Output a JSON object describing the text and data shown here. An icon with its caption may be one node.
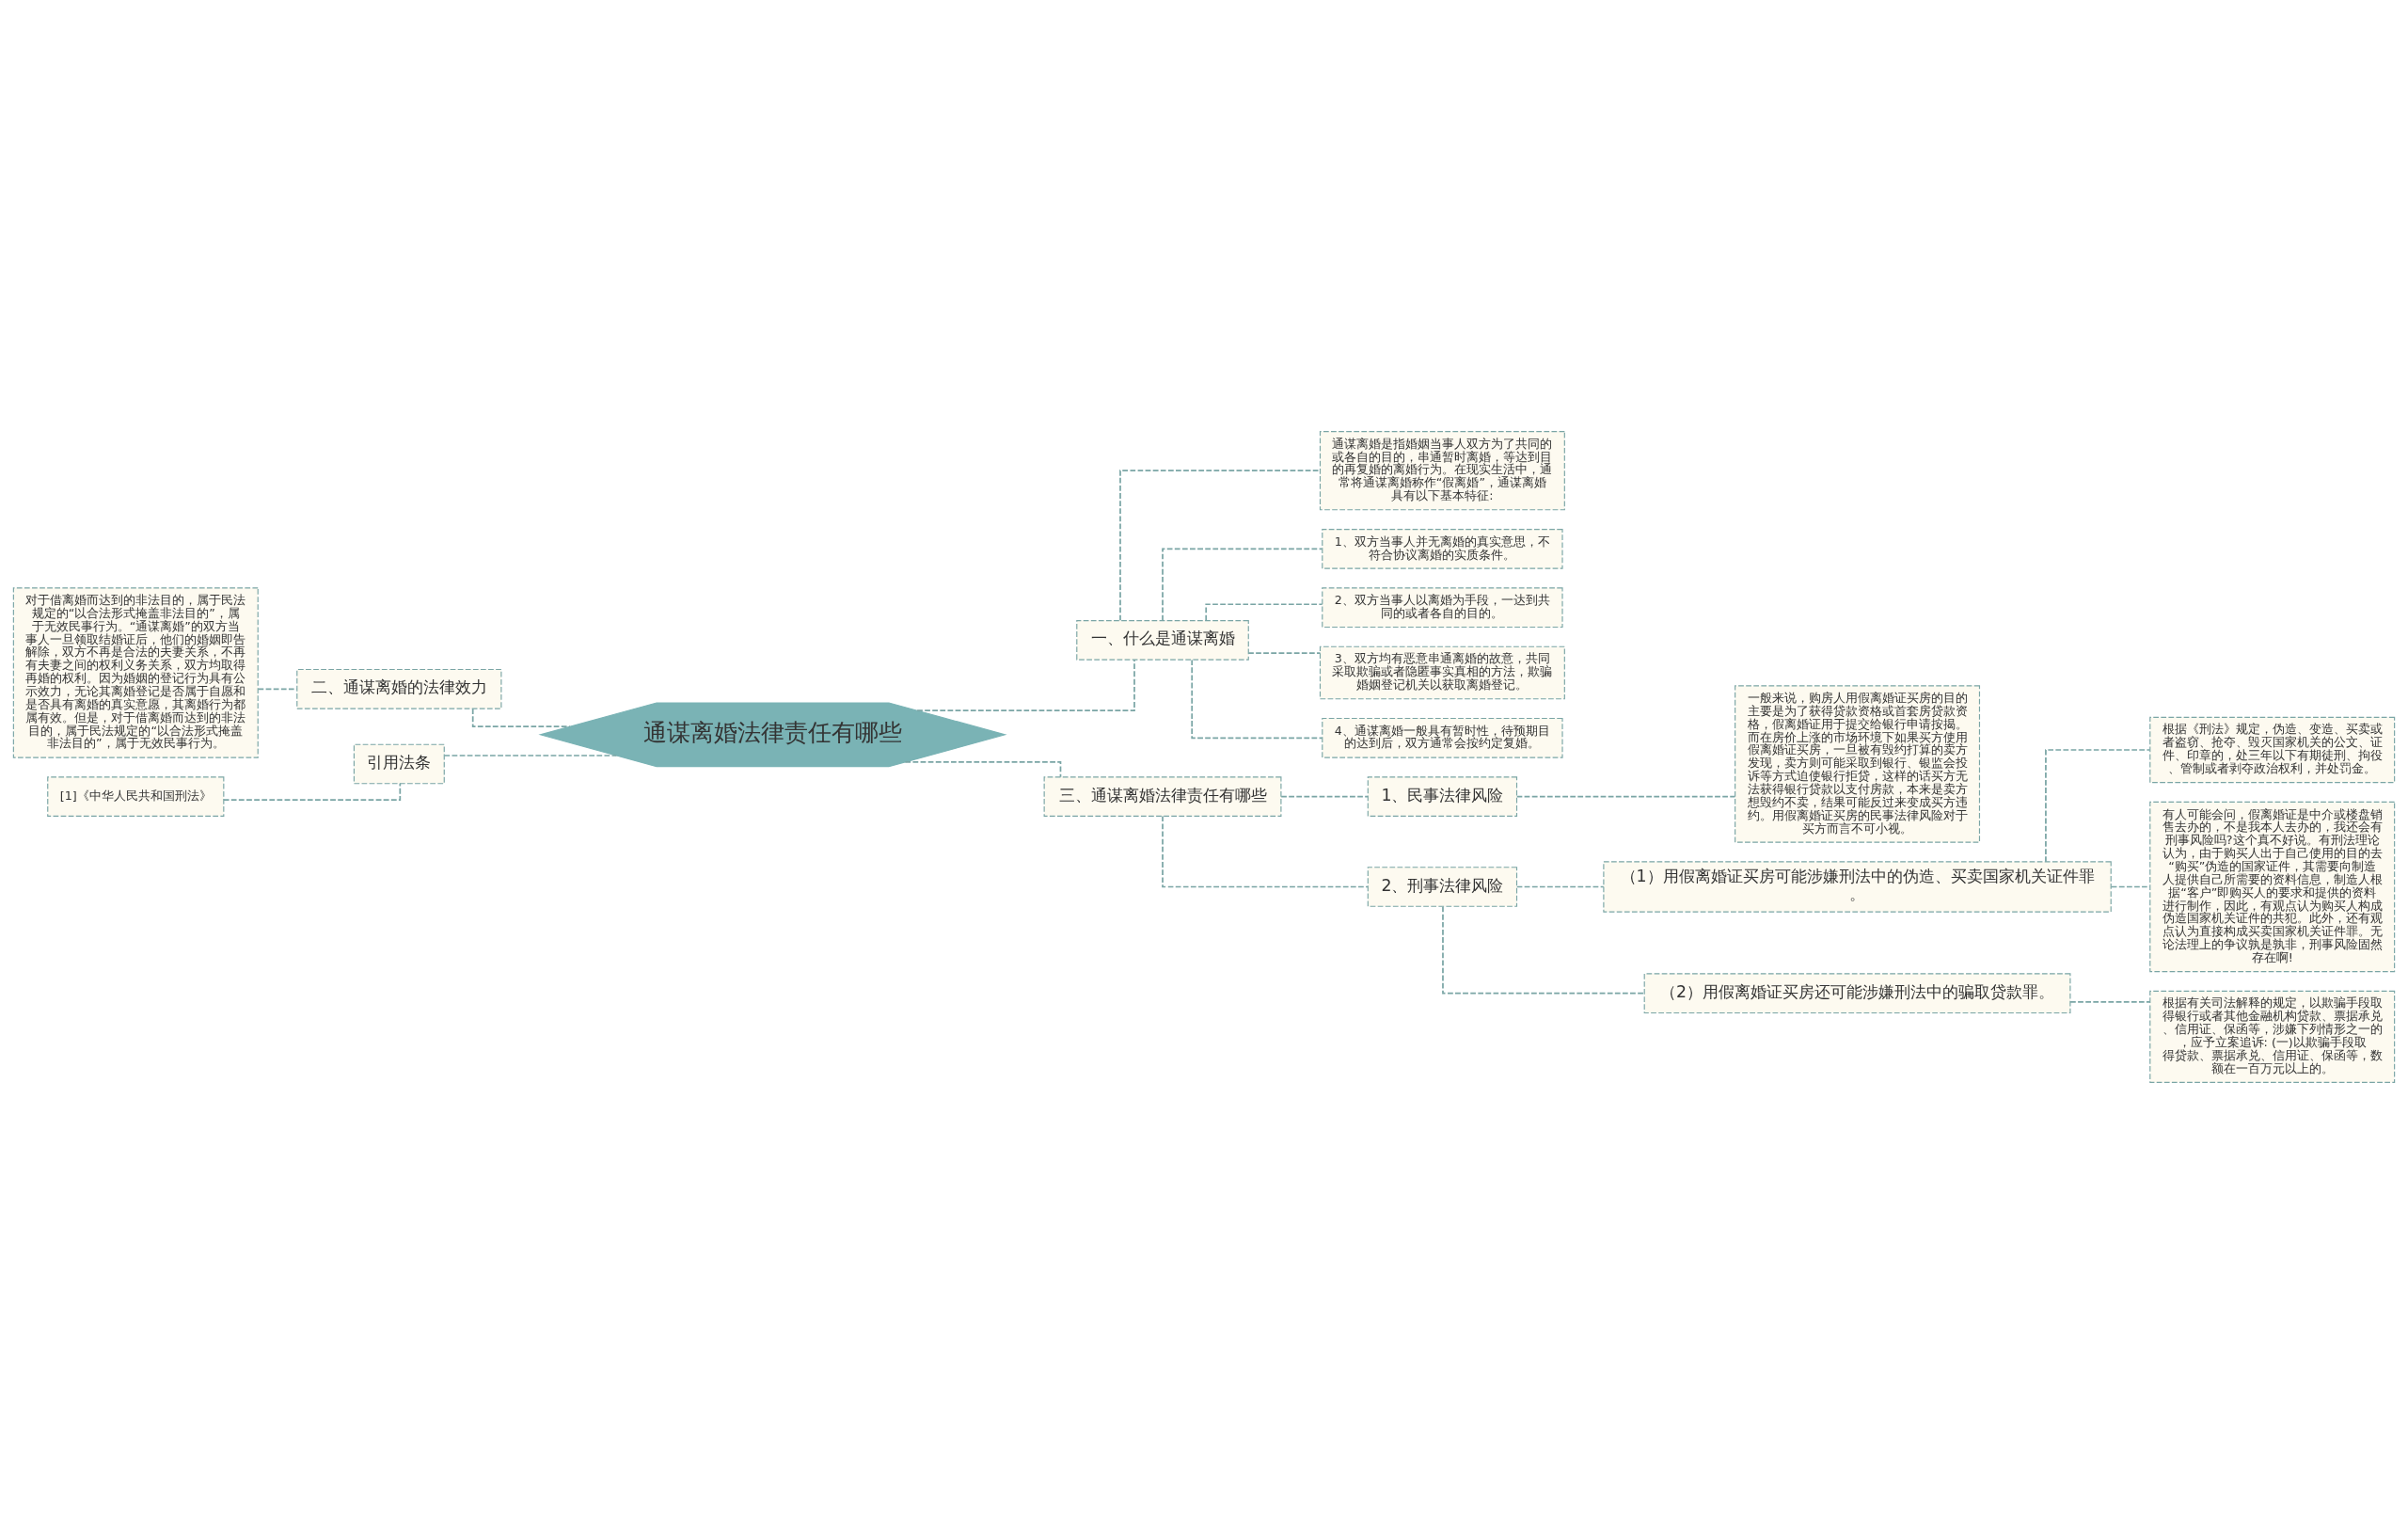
{
  "diagram": {
    "nodes": [
      {
        "text": [
          "通谋离婚法律责任有哪些"
        ]
      },
      {
        "text": [
          "一、什么是通谋离婚"
        ]
      },
      {
        "text": [
          "通谋离婚是指婚姻当事人双方为了共同的或各自的目的，串通暂时离婚，等达到目的再复婚的离婚行为。在现实生活中，通常将通谋离婚称作“假离婚”，通谋离婚具有以下基本特征:"
        ]
      },
      {
        "text": [
          "1、双方当事人并无离婚的真实意思，不符合协议离婚的实质条件。"
        ]
      },
      {
        "text": [
          "2、双方当事人以离婚为手段，一达到共同的或者各自的目的。"
        ]
      },
      {
        "text": [
          "3、双方均有恶意串通离婚的故意，共同采取欺骗或者隐匿事实真相的方法，欺骗婚姻登记机关以获取离婚登记。"
        ]
      },
      {
        "text": [
          "4、通谋离婚一般具有暂时性，待预期目的达到后，双方通常会按约定复婚。"
        ]
      },
      {
        "text": [
          "二、通谋离婚的法律效力"
        ]
      },
      {
        "text": [
          "对于借离婚而达到的非法目的，属于民法规定的“以合法形式掩盖非法目的”，属于无效民事行为。“通谋离婚”的双方当事人一旦领取结婚证后，他们的婚姻即告解除，双方不再是合法的夫妻关系，不再有夫妻之间的权利义务关系，双方均取得再婚的权利。因为婚姻的登记行为具有公示效力，无论其离婚登记是否属于自愿和是否具有离婚的真实意愿，其离婚行为都属有效。但是，对于借离婚而达到的非法目的，属于民法规定的“以合法形式掩盖非法目的”，属于无效民事行为。"
        ]
      },
      {
        "text": [
          "引用法条"
        ]
      },
      {
        "text": [
          "[1]《中华人民共和国刑法》"
        ]
      },
      {
        "text": [
          "三、通谋离婚法律责任有哪些"
        ]
      },
      {
        "text": [
          "1、民事法律风险"
        ]
      },
      {
        "text": [
          "一般来说，购房人用假离婚证买房的目的主要是为了获得贷款资格或首套房贷款资格，假离婚证用于提交给银行申请按揭。而在房价上涨的市场环境下如果买方使用假离婚证买房，一旦被有毁约打算的卖方发现，卖方则可能采取到银行、银监会投诉等方式迫使银行拒贷，这样的话买方无法获得银行贷款以支付房款，本来是卖方想毁约不卖，结果可能反过来变成买方违约。用假离婚证买房的民事法律风险对于买方而言不可小视。"
        ]
      },
      {
        "text": [
          "2、刑事法律风险"
        ]
      },
      {
        "text": [
          "（1）用假离婚证买房可能涉嫌刑法中的伪造、买卖国家机关证件罪。"
        ]
      },
      {
        "text": [
          "根据《刑法》规定，伪造、变造、买卖或者盗窃、抢夺、毁灭国家机关的公文、证件、印章的，处三年以下有期徒刑、拘役、管制或者剥夺政治权利，并处罚金。"
        ]
      },
      {
        "text": [
          "有人可能会问，假离婚证是中介或楼盘销售去办的，不是我本人去办的，我还会有刑事风险吗?这个真不好说。有刑法理论认为，由于购买人出于自己使用的目的去“购买”伪造的国家证件，其需要向制造人提供自己所需要的资料信息，制造人根据“客户”即购买人的要求和提供的资料进行制作，因此，有观点认为购买人构成伪造国家机关证件的共犯。此外，还有观点认为直接构成买卖国家机关证件罪。无论法理上的争议孰是孰非，刑事风险固然存在啊!"
        ]
      },
      {
        "text": [
          "（2）用假离婚证买房还可能涉嫌刑法中的骗取贷款罪。"
        ]
      },
      {
        "text": [
          "根据有关司法解释的规定，以欺骗手段取得银行或者其他金融机构贷款、票据承兑、信用证、保函等，涉嫌下列情形之一的，应予立案追诉: (一)以欺骗手段取得贷款、票据承兑、信用证、保函等，数额在一百万元以上的。"
        ]
      }
    ],
    "edges": [
      {
        "from": 0,
        "to": 1,
        "arrow": "none"
      },
      {
        "from": 1,
        "to": 2,
        "arrow": "none"
      },
      {
        "from": 1,
        "to": 3,
        "arrow": "none"
      },
      {
        "from": 1,
        "to": 4,
        "arrow": "none"
      },
      {
        "from": 1,
        "to": 5,
        "arrow": "none"
      },
      {
        "from": 1,
        "to": 6,
        "arrow": "none"
      },
      {
        "from": 0,
        "to": 7,
        "arrow": "none"
      },
      {
        "from": 7,
        "to": 8,
        "arrow": "none"
      },
      {
        "from": 0,
        "to": 9,
        "arrow": "none"
      },
      {
        "from": 9,
        "to": 10,
        "arrow": "none"
      },
      {
        "from": 0,
        "to": 11,
        "arrow": "none"
      },
      {
        "from": 11,
        "to": 12,
        "arrow": "none"
      },
      {
        "from": 12,
        "to": 13,
        "arrow": "none"
      },
      {
        "from": 11,
        "to": 14,
        "arrow": "none"
      },
      {
        "from": 14,
        "to": 15,
        "arrow": "none"
      },
      {
        "from": 15,
        "to": 16,
        "arrow": "none"
      },
      {
        "from": 15,
        "to": 17,
        "arrow": "none"
      },
      {
        "from": 14,
        "to": 18,
        "arrow": "none"
      },
      {
        "from": 18,
        "to": 19,
        "arrow": "none"
      }
    ]
  }
}
